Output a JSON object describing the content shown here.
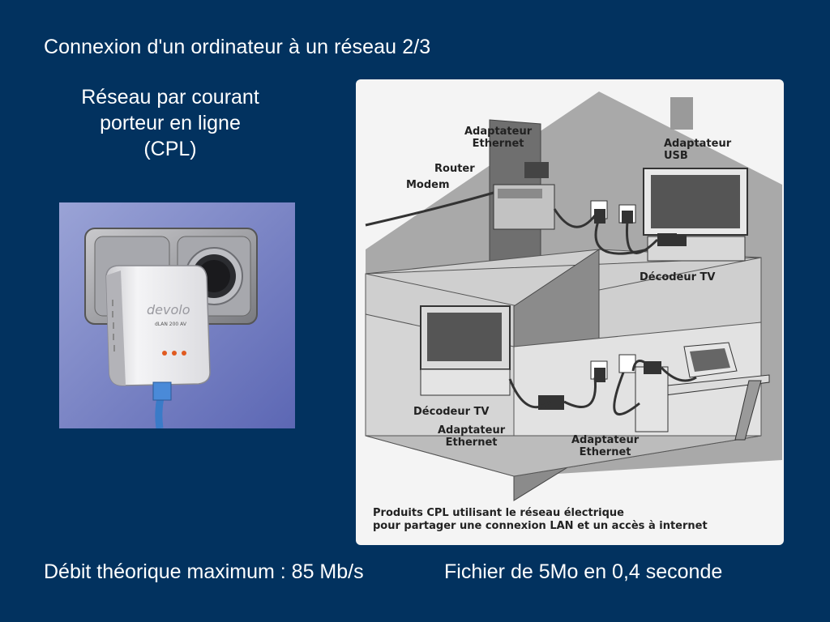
{
  "slide": {
    "title": "Connexion d'un ordinateur à un réseau 2/3",
    "subtitle_lines": [
      "Réseau par courant",
      "porteur en ligne",
      "(CPL)"
    ],
    "footer_left": "Débit théorique maximum : 85 Mb/s",
    "footer_right": "Fichier de 5Mo en 0,4 seconde"
  },
  "photo": {
    "brand": "devolo",
    "model": "dLAN 200 AV"
  },
  "diagram": {
    "labels": {
      "adaptateur_ethernet_top": [
        "Adaptateur",
        "Ethernet"
      ],
      "router": "Router",
      "modem": "Modem",
      "adaptateur_usb": [
        "Adaptateur",
        "USB"
      ],
      "decodeur_tv_top": "Décodeur TV",
      "decodeur_tv_bottom": "Décodeur TV",
      "adaptateur_ethernet_bottom_left": [
        "Adaptateur",
        "Ethernet"
      ],
      "adaptateur_ethernet_bottom_right": [
        "Adaptateur",
        "Ethernet"
      ]
    },
    "caption_lines": [
      "Produits CPL utilisant le réseau électrique",
      "pour partager une connexion LAN et un accès à internet"
    ]
  }
}
